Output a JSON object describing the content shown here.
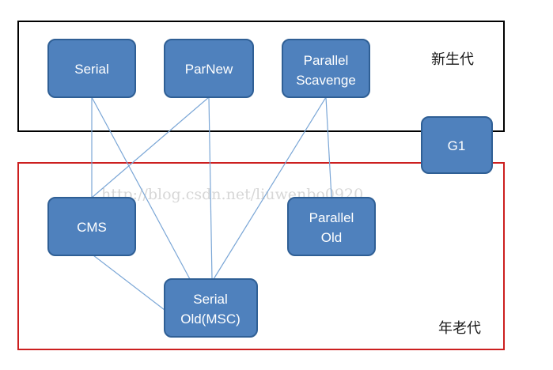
{
  "regions": {
    "young": {
      "label": "新生代",
      "border_color": "#000000"
    },
    "old": {
      "label": "年老代",
      "border_color": "#cc1f1f"
    }
  },
  "watermark": "http://blog.csdn.net/liuwenbo0920",
  "collectors": {
    "serial": {
      "lines": [
        "Serial"
      ]
    },
    "parnew": {
      "lines": [
        "ParNew"
      ]
    },
    "parallel_scavenge": {
      "lines": [
        "Parallel",
        "Scavenge"
      ]
    },
    "g1": {
      "lines": [
        "G1"
      ]
    },
    "cms": {
      "lines": [
        "CMS"
      ]
    },
    "parallel_old": {
      "lines": [
        "Parallel",
        "Old"
      ]
    },
    "serial_old": {
      "lines": [
        "Serial",
        "Old(MSC)"
      ]
    }
  },
  "connections": [
    [
      "serial",
      "cms"
    ],
    [
      "serial",
      "serial_old"
    ],
    [
      "parnew",
      "cms"
    ],
    [
      "parnew",
      "serial_old"
    ],
    [
      "parallel_scavenge",
      "serial_old"
    ],
    [
      "parallel_scavenge",
      "parallel_old"
    ],
    [
      "cms",
      "serial_old"
    ]
  ],
  "colors": {
    "box_fill": "#4f81bd",
    "box_border": "#2f5f95",
    "edge": "#7aa6d6",
    "text": "#ffffff"
  }
}
